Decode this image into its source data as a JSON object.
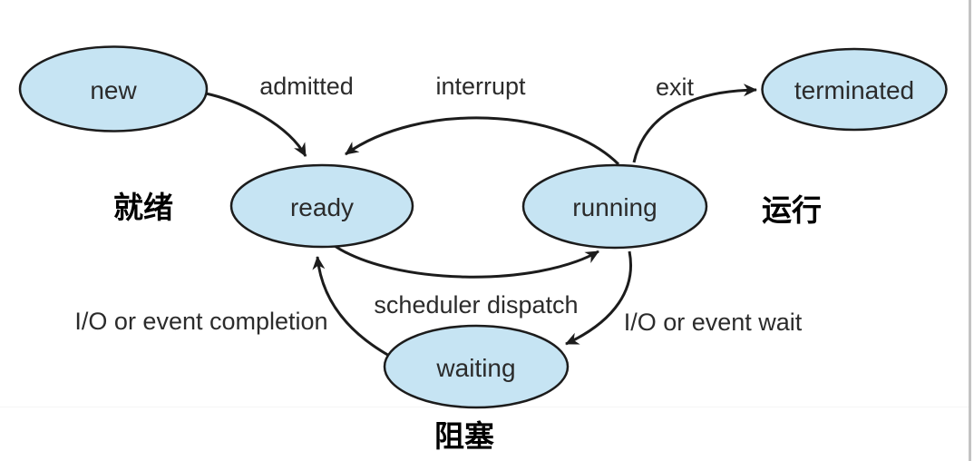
{
  "diagram": {
    "name": "process-state-diagram",
    "states": [
      {
        "id": "new",
        "label": "new"
      },
      {
        "id": "ready",
        "label": "ready"
      },
      {
        "id": "running",
        "label": "running"
      },
      {
        "id": "terminated",
        "label": "terminated"
      },
      {
        "id": "waiting",
        "label": "waiting"
      }
    ],
    "transitions": [
      {
        "id": "admitted",
        "label": "admitted"
      },
      {
        "id": "interrupt",
        "label": "interrupt"
      },
      {
        "id": "exit",
        "label": "exit"
      },
      {
        "id": "scheduler-dispatch",
        "label": "scheduler dispatch"
      },
      {
        "id": "io-wait",
        "label": "I/O or event wait"
      },
      {
        "id": "io-completion",
        "label": "I/O or event completion"
      }
    ],
    "annotations": [
      {
        "id": "ready-cn",
        "label": "就绪"
      },
      {
        "id": "running-cn",
        "label": "运行"
      },
      {
        "id": "waiting-cn",
        "label": "阻塞"
      }
    ],
    "colors": {
      "state_fill": "#c6e4f3",
      "state_stroke": "#1c1c1c",
      "arrow": "#1c1c1c",
      "label_text": "#2b2b2b",
      "annotation_text": "#000000",
      "page_edge": "#c3c3c3",
      "background": "#ffffff"
    }
  }
}
